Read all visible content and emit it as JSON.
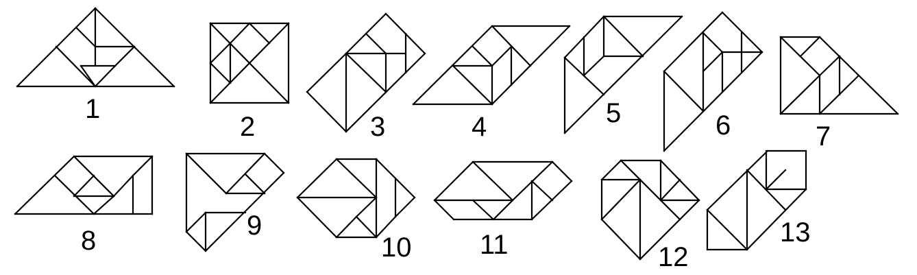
{
  "colors": {
    "line": "#000000",
    "background": "#ffffff"
  },
  "figures": [
    {
      "label": "1"
    },
    {
      "label": "2"
    },
    {
      "label": "3"
    },
    {
      "label": "4"
    },
    {
      "label": "5"
    },
    {
      "label": "6"
    },
    {
      "label": "7"
    },
    {
      "label": "8"
    },
    {
      "label": "9"
    },
    {
      "label": "10"
    },
    {
      "label": "11"
    },
    {
      "label": "12"
    },
    {
      "label": "13"
    }
  ]
}
